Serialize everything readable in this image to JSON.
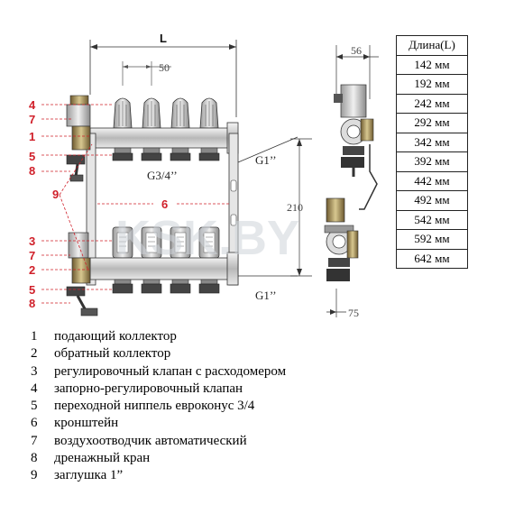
{
  "dimensions": {
    "length_label": "L",
    "pitch": "50",
    "side_width": "56",
    "height": "210",
    "offset": "75",
    "thread_top": "G1’’",
    "thread_bottom": "G1’’",
    "outlet_thread": "G3/4’’"
  },
  "watermark": "KSK.BY",
  "callouts": {
    "c4": "4",
    "c7a": "7",
    "c1": "1",
    "c5a": "5",
    "c8a": "8",
    "c9": "9",
    "c6": "6",
    "c3": "3",
    "c7b": "7",
    "c2": "2",
    "c5b": "5",
    "c8b": "8"
  },
  "length_table": {
    "header": "Длина(L)",
    "rows": [
      "142 мм",
      "192 мм",
      "242 мм",
      "292 мм",
      "342 мм",
      "392 мм",
      "442 мм",
      "492 мм",
      "542 мм",
      "592 мм",
      "642 мм"
    ]
  },
  "legend": [
    {
      "num": "1",
      "text": "подающий коллектор"
    },
    {
      "num": "2",
      "text": "обратный коллектор"
    },
    {
      "num": "3",
      "text": "регулировочный клапан с расходомером"
    },
    {
      "num": "4",
      "text": "запорно-регулировочный клапан"
    },
    {
      "num": "5",
      "text": "переходной ниппель евроконус 3/4"
    },
    {
      "num": "6",
      "text": "кронштейн"
    },
    {
      "num": "7",
      "text": "воздухоотводчик автоматический"
    },
    {
      "num": "8",
      "text": "дренажный кран"
    },
    {
      "num": "9",
      "text": "заглушка 1”"
    }
  ]
}
